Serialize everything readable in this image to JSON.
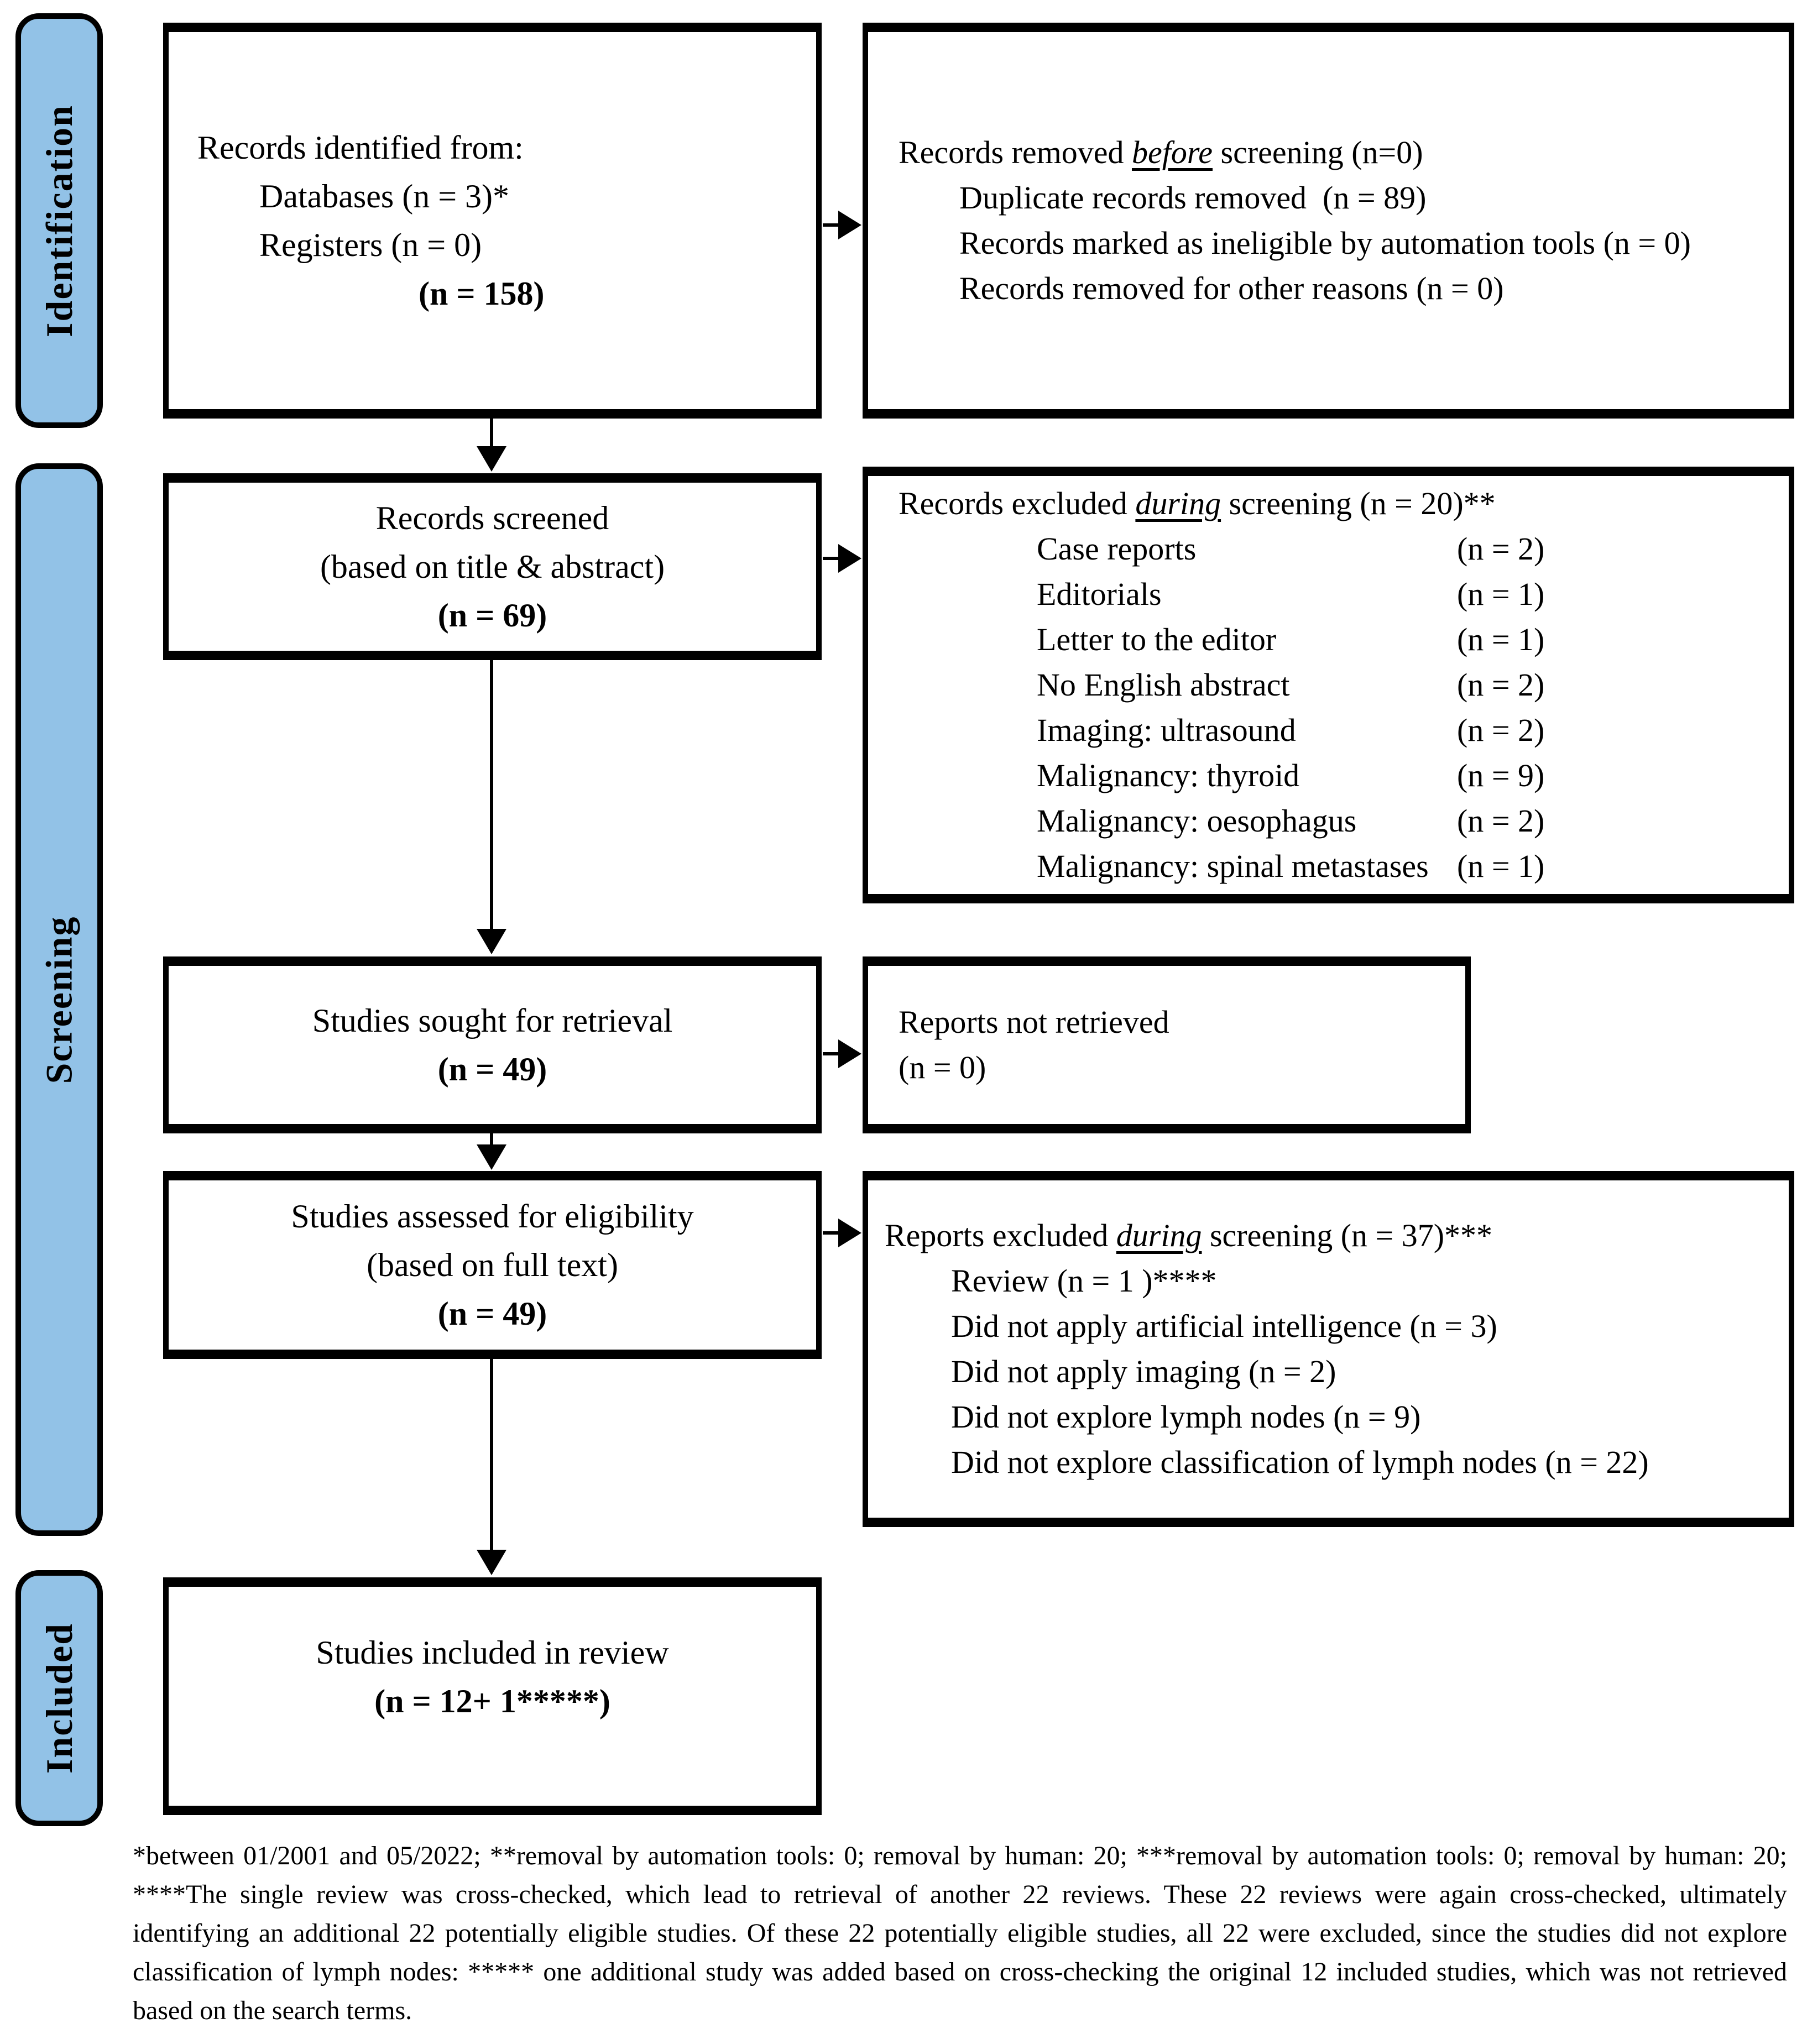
{
  "colors": {
    "stage_fill": "#92C2E7",
    "line_color": "#000000"
  },
  "sidebar": {
    "stages": [
      {
        "label": "Identification"
      },
      {
        "label": "Screening"
      },
      {
        "label": "Included"
      }
    ]
  },
  "boxes": {
    "identified": {
      "title": "Records identified from:",
      "items": [
        "Databases (n = 3)*",
        "Registers (n = 0)"
      ],
      "total": "(n = 158)"
    },
    "removed_before": {
      "heading_pre": "Records removed ",
      "heading_em": "before",
      "heading_post": " screening (n=0)",
      "items": [
        "Duplicate records removed  (n = 89)",
        "Records marked as ineligible by automation tools (n = 0)",
        "Records removed for other reasons (n = 0)"
      ]
    },
    "screened": {
      "lines": [
        "Records screened",
        "(based on title & abstract)"
      ],
      "total": "(n = 69)"
    },
    "excluded_during": {
      "heading_pre": "Records excluded ",
      "heading_em": "during",
      "heading_post": " screening (n = 20)**",
      "items": [
        {
          "label": "Case reports",
          "count": "(n = 2)"
        },
        {
          "label": "Editorials",
          "count": "(n = 1)"
        },
        {
          "label": "Letter to the editor",
          "count": "(n = 1)"
        },
        {
          "label": "No English abstract",
          "count": "(n = 2)"
        },
        {
          "label": "Imaging: ultrasound",
          "count": "(n = 2)"
        },
        {
          "label": "Malignancy: thyroid",
          "count": "(n = 9)"
        },
        {
          "label": "Malignancy: oesophagus",
          "count": "(n = 2)"
        },
        {
          "label": "Malignancy: spinal metastases",
          "count": "(n = 1)"
        }
      ]
    },
    "sought": {
      "line": "Studies sought for retrieval",
      "total": "(n = 49)"
    },
    "not_retrieved": {
      "lines": [
        "Reports not retrieved",
        "(n = 0)"
      ]
    },
    "assessed": {
      "lines": [
        "Studies assessed for eligibility",
        "(based on full text)"
      ],
      "total": "(n = 49)"
    },
    "reports_excluded": {
      "heading_pre": "Reports excluded ",
      "heading_em": "during",
      "heading_post": " screening (n = 37)***",
      "items": [
        "Review (n = 1 )****",
        "Did not apply artificial intelligence (n = 3)",
        "Did not apply imaging (n = 2)",
        "Did not explore lymph nodes (n = 9)",
        "Did not explore classification of lymph nodes (n = 22)"
      ]
    },
    "included": {
      "line": "Studies included in review",
      "total": "(n = 12+ 1*****)"
    }
  },
  "footnote": "*between 01/2001 and 05/2022; **removal by automation tools: 0; removal by human: 20; ***removal by automation tools: 0; removal by human: 20; ****The single review was cross-checked, which lead to retrieval of another 22 reviews. These 22 reviews were again cross-checked, ultimately identifying an additional 22 potentially eligible studies. Of these 22 potentially eligible studies, all 22 were excluded, since the studies did not explore classification of lymph nodes: ***** one additional study was added based on cross-checking the original 12 included studies, which was not retrieved based on the search terms."
}
